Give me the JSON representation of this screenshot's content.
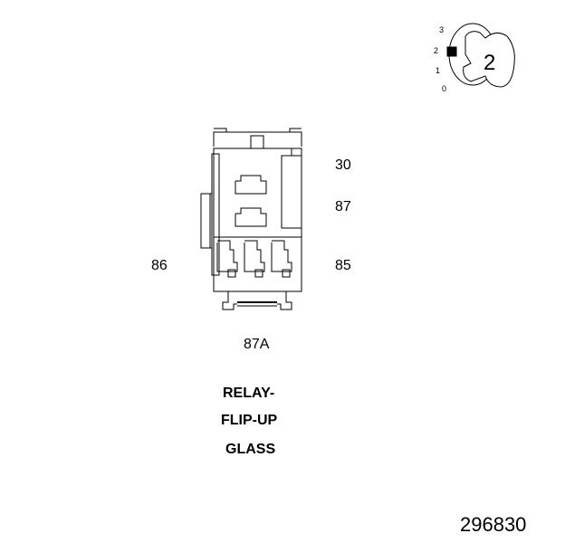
{
  "terminals": {
    "t30": "30",
    "t87": "87",
    "t86": "86",
    "t85": "85",
    "t87a": "87A"
  },
  "title": {
    "line1": "RELAY-",
    "line2": "FLIP-UP",
    "line3": "GLASS"
  },
  "key_switch": {
    "positions": [
      "3",
      "2",
      "1",
      "0"
    ],
    "key_number": "2"
  },
  "reference_number": "296830"
}
